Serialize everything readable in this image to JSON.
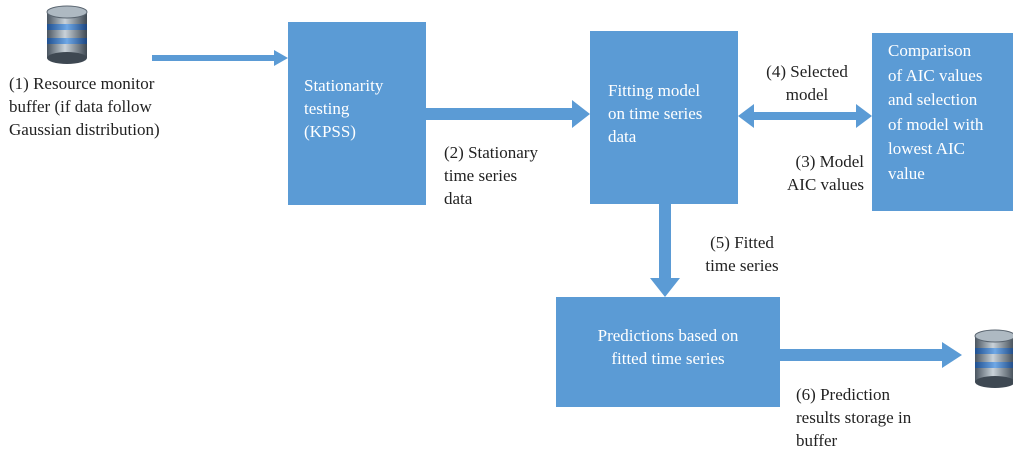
{
  "colors": {
    "box_fill": "#5b9bd5",
    "box_text": "#ffffff",
    "arrow": "#5b9bd5",
    "label_text": "#222222"
  },
  "icons": {
    "source": "database-icon",
    "target": "database-icon"
  },
  "nodes": {
    "resource_monitor": [
      "(1) Resource monitor",
      "buffer (if data follow",
      "Gaussian distribution)"
    ],
    "stationarity": [
      "Stationarity",
      "testing",
      "(KPSS)"
    ],
    "fitting": [
      "Fitting model",
      "on time series",
      "data"
    ],
    "comparison": [
      "Comparison",
      "of AIC values",
      "and selection",
      "of model with",
      "lowest AIC",
      "value"
    ],
    "predictions": [
      "Predictions based on",
      "fitted time series"
    ]
  },
  "edges": {
    "stationary": [
      "(2) Stationary",
      "time series",
      "data"
    ],
    "selected": [
      "(4) Selected",
      "model"
    ],
    "aic": [
      "(3) Model",
      "AIC values"
    ],
    "fitted": [
      "(5) Fitted",
      "time series"
    ],
    "results": [
      "(6) Prediction",
      "results storage in",
      "buffer"
    ]
  }
}
